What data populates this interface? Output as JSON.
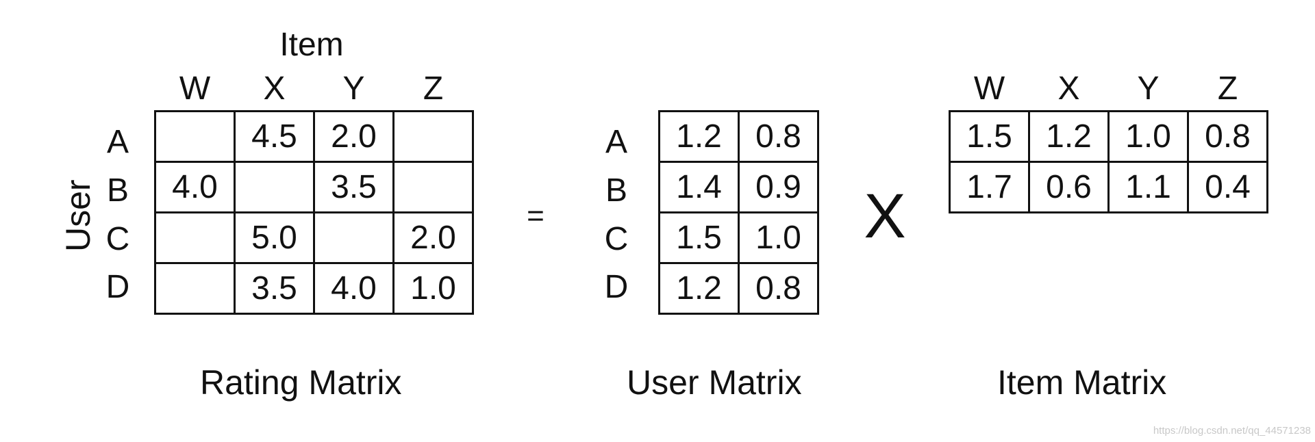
{
  "rating_matrix": {
    "axis_item_label": "Item",
    "axis_user_label": "User",
    "columns": [
      "W",
      "X",
      "Y",
      "Z"
    ],
    "rows": [
      {
        "label": "A",
        "cells": [
          "",
          "4.5",
          "2.0",
          ""
        ]
      },
      {
        "label": "B",
        "cells": [
          "4.0",
          "",
          "3.5",
          ""
        ]
      },
      {
        "label": "C",
        "cells": [
          "",
          "5.0",
          "",
          "2.0"
        ]
      },
      {
        "label": "D",
        "cells": [
          "",
          "3.5",
          "4.0",
          "1.0"
        ]
      }
    ],
    "caption": "Rating Matrix"
  },
  "equals_symbol": "=",
  "user_matrix": {
    "rows": [
      {
        "label": "A",
        "cells": [
          "1.2",
          "0.8"
        ]
      },
      {
        "label": "B",
        "cells": [
          "1.4",
          "0.9"
        ]
      },
      {
        "label": "C",
        "cells": [
          "1.5",
          "1.0"
        ]
      },
      {
        "label": "D",
        "cells": [
          "1.2",
          "0.8"
        ]
      }
    ],
    "caption": "User Matrix"
  },
  "times_symbol": "X",
  "item_matrix": {
    "columns": [
      "W",
      "X",
      "Y",
      "Z"
    ],
    "rows": [
      {
        "cells": [
          "1.5",
          "1.2",
          "1.0",
          "0.8"
        ]
      },
      {
        "cells": [
          "1.7",
          "0.6",
          "1.1",
          "0.4"
        ]
      }
    ],
    "caption": "Item Matrix"
  },
  "watermark": "https://blog.csdn.net/qq_44571238"
}
